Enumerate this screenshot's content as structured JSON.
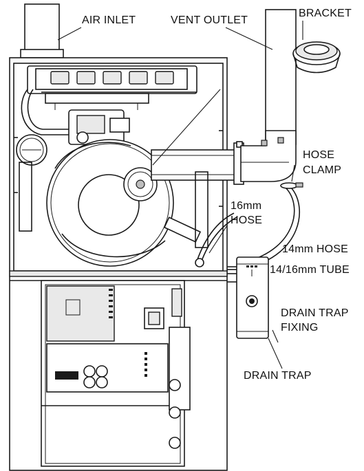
{
  "labels": {
    "air_inlet": "AIR INLET",
    "vent_outlet": "VENT OUTLET",
    "bracket": "BRACKET",
    "hose_clamp_line1": "HOSE",
    "hose_clamp_line2": "CLAMP",
    "hose_16mm_line1": "16mm",
    "hose_16mm_line2": "HOSE",
    "hose_14mm": "14mm HOSE",
    "tube_14_16mm": "14/16mm TUBE",
    "drain_trap_fixing_line1": "DRAIN TRAP",
    "drain_trap_fixing_line2": "FIXING",
    "drain_trap": "DRAIN TRAP"
  }
}
